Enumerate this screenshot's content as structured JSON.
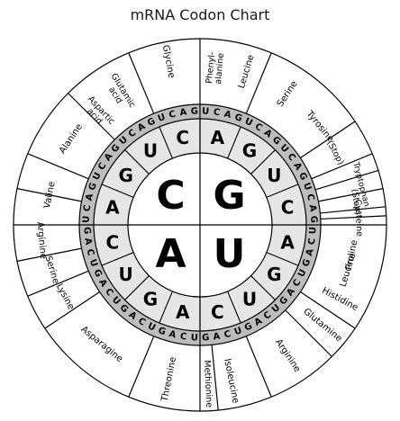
{
  "title": "mRNA Codon Chart",
  "bases": [
    "U",
    "C",
    "A",
    "G"
  ],
  "first_ring": [
    "G",
    "U",
    "A",
    "C"
  ],
  "second_ring": [
    "A",
    "G",
    "U",
    "C",
    "A",
    "G",
    "U",
    "C",
    "A",
    "G",
    "U",
    "C",
    "A",
    "G",
    "U",
    "C"
  ],
  "third_ring": "UCAGUCAGUCAGUCAGUCAGUCAGUCAGUCAGUCAGUCAGUCAGUCAGUCAGUCAGUCAGUCAG",
  "amino_acids": [
    {
      "lines": [
        "Glycine"
      ]
    },
    {
      "lines": [
        "Glutamic",
        "acid"
      ]
    },
    {
      "lines": [
        "Aspartic",
        "acid"
      ]
    },
    {
      "lines": [
        "Alanine"
      ]
    },
    {
      "lines": [
        "Valine"
      ]
    },
    {
      "lines": [
        "Arginine"
      ]
    },
    {
      "lines": [
        "Serine"
      ]
    },
    {
      "lines": [
        "Lysine"
      ]
    },
    {
      "lines": [
        "Asparagine"
      ]
    },
    {
      "lines": [
        "Threonine"
      ]
    },
    {
      "lines": [
        "Methionine"
      ]
    },
    {
      "lines": [
        "Isoleucine"
      ]
    },
    {
      "lines": [
        "Arginine"
      ]
    },
    {
      "lines": [
        "Glutamine"
      ]
    },
    {
      "lines": [
        "Histidine"
      ]
    },
    {
      "lines": [
        "Proline"
      ]
    },
    {
      "lines": [
        "Leucine"
      ]
    },
    {
      "lines": [
        "Tryptophan"
      ]
    },
    {
      "lines": [
        "(Stop)"
      ]
    },
    {
      "lines": [
        "Cysteine"
      ]
    },
    {
      "lines": [
        "(Stop)"
      ]
    },
    {
      "lines": [
        "Tyrosine"
      ]
    },
    {
      "lines": [
        "Serine"
      ]
    },
    {
      "lines": [
        "Leucine"
      ]
    },
    {
      "lines": [
        "Phenyl-",
        "alanine"
      ]
    }
  ],
  "colors": {
    "line": "#000000",
    "center": "#ffffff",
    "second_ring": "#e6e6e6",
    "third_ring": "#bdbdbd",
    "outer": "#ffffff"
  }
}
